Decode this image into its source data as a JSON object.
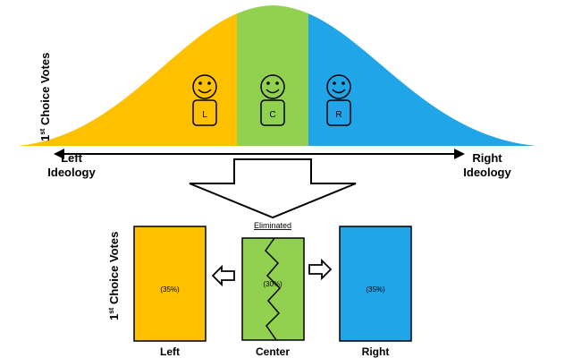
{
  "top": {
    "y_axis_label_prefix": "1",
    "y_axis_label_sup": "st",
    "y_axis_label_rest": " Choice Votes",
    "left_label_line1": "Left",
    "left_label_line2": "Ideology",
    "right_label_line1": "Right",
    "right_label_line2": "Ideology",
    "figures": [
      {
        "letter": "L",
        "color": "#FFC000"
      },
      {
        "letter": "C",
        "color": "#92D050"
      },
      {
        "letter": "R",
        "color": "#1FA5E8"
      }
    ]
  },
  "bottom": {
    "y_axis_label_prefix": "1",
    "y_axis_label_sup": "st",
    "y_axis_label_rest": " Choice Votes",
    "eliminated_label": "Eliminated",
    "bars": [
      {
        "name": "Left",
        "pct_label": "(35%)",
        "color": "#FFC000"
      },
      {
        "name": "Center",
        "pct_label": "(30%)",
        "color": "#92D050"
      },
      {
        "name": "Right",
        "pct_label": "(35%)",
        "color": "#1FA5E8"
      }
    ]
  },
  "colors": {
    "left": "#FFC000",
    "center": "#92D050",
    "right": "#1FA5E8",
    "outline": "#000000"
  }
}
